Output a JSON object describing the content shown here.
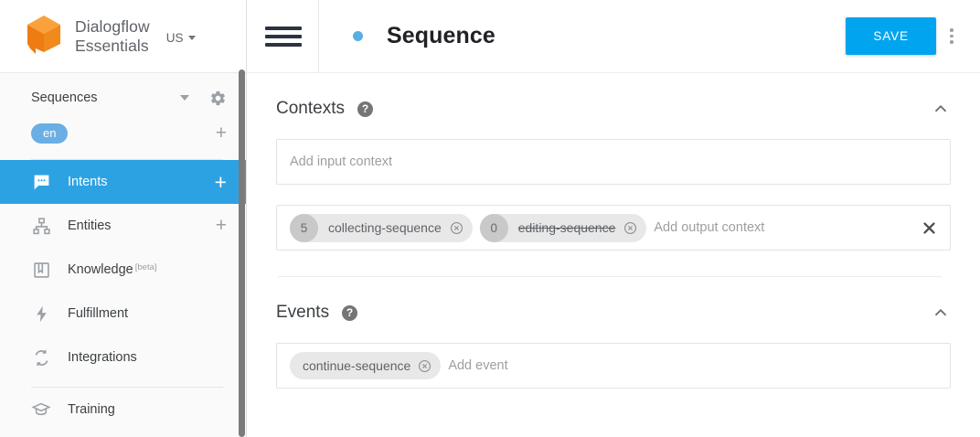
{
  "brand": {
    "logo_icon": "dialogflow-cube-logo",
    "name": "Dialogflow\nEssentials",
    "region": "US",
    "region_caret_icon": "caret-down-icon"
  },
  "sidebar": {
    "agent": {
      "name": "Sequences",
      "caret_icon": "caret-down-icon",
      "settings_icon": "gear-icon"
    },
    "language": {
      "code": "en",
      "add_icon": "plus-icon"
    },
    "items": [
      {
        "label": "Intents",
        "icon": "intents-chat-bubble-icon",
        "add": "+",
        "active": true,
        "beta": ""
      },
      {
        "label": "Entities",
        "icon": "entities-hierarchy-icon",
        "add": "+",
        "active": false,
        "beta": ""
      },
      {
        "label": "Knowledge",
        "icon": "knowledge-book-icon",
        "add": "",
        "active": false,
        "beta": "[beta]"
      },
      {
        "label": "Fulfillment",
        "icon": "fulfillment-bolt-icon",
        "add": "",
        "active": false,
        "beta": ""
      },
      {
        "label": "Integrations",
        "icon": "integrations-sync-icon",
        "add": "",
        "active": false,
        "beta": ""
      },
      {
        "label": "Training",
        "icon": "training-cap-icon",
        "add": "",
        "active": false,
        "beta": ""
      }
    ]
  },
  "topbar": {
    "menu_icon": "hamburger-menu-icon",
    "status_dot_color": "#5aade3",
    "title": "Sequence",
    "save_label": "SAVE",
    "save_color": "#00a4ef",
    "overflow_icon": "kebab-more-vert-icon"
  },
  "contexts": {
    "title": "Contexts",
    "help_icon": "help-circle-icon",
    "collapse_icon": "chevron-up-icon",
    "input": {
      "placeholder": "Add input context",
      "chips": []
    },
    "output": {
      "placeholder": "Add output context",
      "clear_icon": "close-x-icon",
      "chips": [
        {
          "lifespan": "5",
          "name": "collecting-sequence",
          "struck": false,
          "remove_icon": "chip-remove-icon"
        },
        {
          "lifespan": "0",
          "name": "editing-sequence",
          "struck": true,
          "remove_icon": "chip-remove-icon"
        }
      ]
    }
  },
  "events": {
    "title": "Events",
    "help_icon": "help-circle-icon",
    "collapse_icon": "chevron-up-icon",
    "placeholder": "Add event",
    "chips": [
      {
        "name": "continue-sequence",
        "remove_icon": "chip-remove-icon"
      }
    ]
  }
}
